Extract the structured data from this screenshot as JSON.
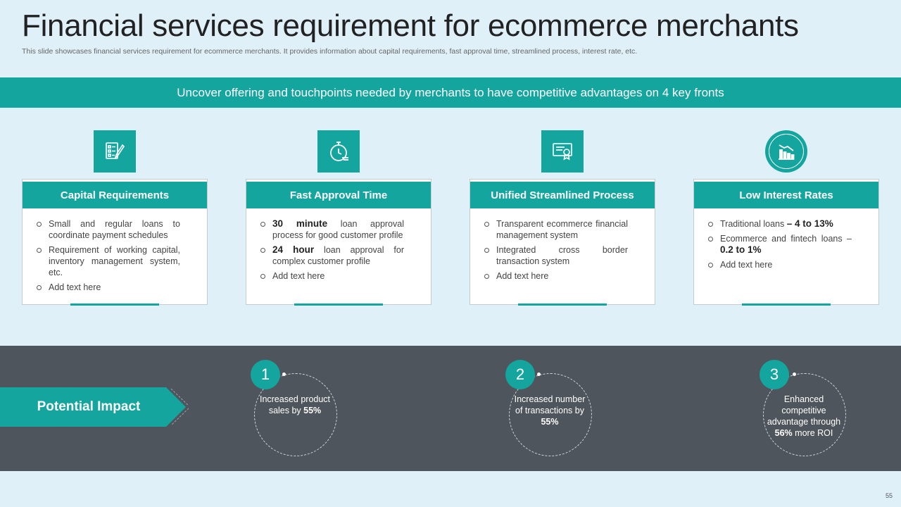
{
  "title": "Financial services requirement for ecommerce merchants",
  "subtitle": "This slide showcases financial services requirement for ecommerce merchants. It provides information about capital requirements, fast approval time, streamlined process, interest rate, etc.",
  "banner": "Uncover offering and touchpoints needed by merchants to have competitive advantages on 4 key fronts",
  "cards": [
    {
      "icon": "checklist-pen-icon",
      "heading": "Capital Requirements",
      "items": [
        {
          "pre": "",
          "bold": "",
          "post": "Small and regular loans to coordinate payment schedules"
        },
        {
          "pre": "",
          "bold": "",
          "post": "Requirement of working capital, inventory management system, etc."
        },
        {
          "pre": "",
          "bold": "",
          "post": "Add text here"
        }
      ]
    },
    {
      "icon": "stopwatch-icon",
      "heading": "Fast Approval Time",
      "items": [
        {
          "pre": "",
          "bold": "30 minute",
          "post": " loan approval process for good customer profile"
        },
        {
          "pre": "",
          "bold": "24 hour",
          "post": " loan approval for complex customer profile"
        },
        {
          "pre": "",
          "bold": "",
          "post": "Add text here"
        }
      ]
    },
    {
      "icon": "certificate-icon",
      "heading": "Unified Streamlined Process",
      "items": [
        {
          "pre": "",
          "bold": "",
          "post": "Transparent ecommerce financial management system"
        },
        {
          "pre": "",
          "bold": "",
          "post": "Integrated cross border transaction system"
        },
        {
          "pre": "",
          "bold": "",
          "post": "Add text here"
        }
      ]
    },
    {
      "icon": "falling-chart-icon",
      "heading": "Low Interest Rates",
      "items": [
        {
          "pre": "Traditional loans ",
          "bold": "– 4 to 13%",
          "post": ""
        },
        {
          "pre": "Ecommerce and fintech loans – ",
          "bold": "0.2 to 1%",
          "post": ""
        },
        {
          "pre": "",
          "bold": "",
          "post": "Add text here"
        }
      ]
    }
  ],
  "impact": {
    "label": "Potential Impact",
    "items": [
      {
        "num": "1",
        "pre": "Increased product sales by ",
        "bold": "55%",
        "post": ""
      },
      {
        "num": "2",
        "pre": "Increased number of transactions by ",
        "bold": "55%",
        "post": ""
      },
      {
        "num": "3",
        "pre": "Enhanced competitive advantage through ",
        "bold": "56%",
        "post": " more ROI"
      }
    ]
  },
  "page_number": "55",
  "colors": {
    "accent": "#13a59e",
    "dark_band": "#4f555c",
    "background": "#dff0f9"
  }
}
